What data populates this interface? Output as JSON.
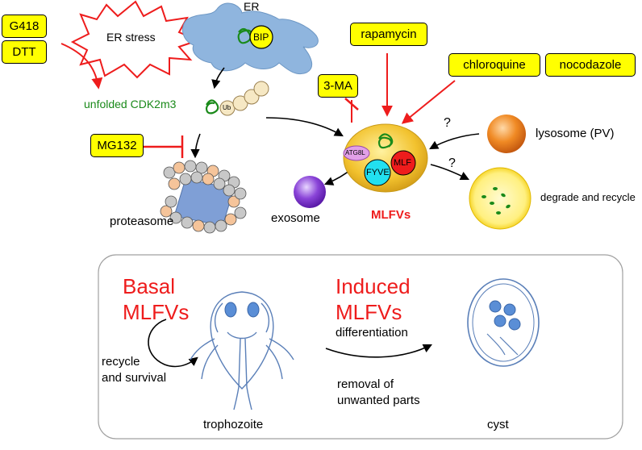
{
  "drugs": {
    "g418": "G418",
    "dtt": "DTT",
    "rapamycin": "rapamycin",
    "chloroquine": "chloroquine",
    "nocodazole": "nocodazole",
    "three_ma": "3-MA",
    "mg132": "MG132"
  },
  "labels": {
    "er": "ER",
    "er_stress": "ER stress",
    "bip": "BIP",
    "unfolded": "unfolded CDK2m3",
    "ub": "Ub",
    "proteasome": "proteasome",
    "exosome": "exosome",
    "mlfvs": "MLFVs",
    "atg8l": "ATG8L",
    "fyve": "FYVE",
    "mlf": "MLF",
    "lysosome": "lysosome (PV)",
    "degrade": "degrade and recycle",
    "question": "?"
  },
  "lower": {
    "basal_1": "Basal",
    "basal_2": "MLFVs",
    "induced_1": "Induced",
    "induced_2": "MLFVs",
    "recycle_1": "recycle",
    "recycle_2": "and survival",
    "differentiation": "differentiation",
    "removal_1": "removal of",
    "removal_2": "unwanted parts",
    "trophozoite": "trophozoite",
    "cyst": "cyst"
  },
  "colors": {
    "highlight": "#ffff00",
    "inhibitor_red": "#ee1c1c",
    "er_blue": "#8fb5de",
    "mlfv_gold": "#e8b82a",
    "protein_green": "#1a8a1a"
  }
}
